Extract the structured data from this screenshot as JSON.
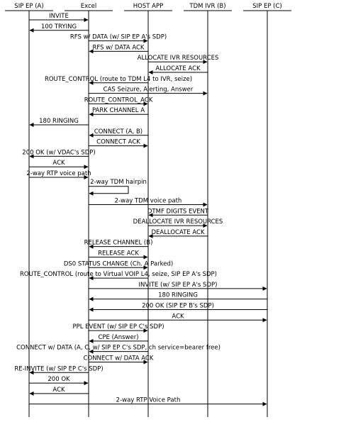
{
  "participants": [
    {
      "id": "a",
      "label": "SIP EP (A)"
    },
    {
      "id": "x",
      "label": "Excel"
    },
    {
      "id": "h",
      "label": "HOST APP"
    },
    {
      "id": "t",
      "label": "TDM IVR (B)"
    },
    {
      "id": "c",
      "label": "SIP EP (C)"
    }
  ],
  "messages": [
    {
      "from": "a",
      "to": "x",
      "label": "INVITE"
    },
    {
      "from": "x",
      "to": "a",
      "label": "100 TRYING"
    },
    {
      "from": "x",
      "to": "h",
      "label": "RFS w/ DATA (w/ SIP EP A's SDP)"
    },
    {
      "from": "h",
      "to": "x",
      "label": "RFS w/ DATA ACK"
    },
    {
      "from": "h",
      "to": "t",
      "label": "ALLOCATE IVR RESOURCES"
    },
    {
      "from": "t",
      "to": "h",
      "label": "ALLOCATE ACK"
    },
    {
      "from": "h",
      "to": "x",
      "label": "ROUTE_CONTROL (route to TDM L4 to IVR, seize)"
    },
    {
      "from": "x",
      "to": "t",
      "label": "CAS Seizure, Alerting, Answer"
    },
    {
      "from": "x",
      "to": "h",
      "label": "ROUTE_CONTROL_ACK"
    },
    {
      "from": "h",
      "to": "x",
      "label": "PARK CHANNEL A"
    },
    {
      "from": "x",
      "to": "a",
      "label": "180 RINGING"
    },
    {
      "from": "h",
      "to": "x",
      "label": "CONNECT (A, B)"
    },
    {
      "from": "x",
      "to": "h",
      "label": "CONNECT ACK"
    },
    {
      "from": "x",
      "to": "a",
      "label": "200 OK (w/ VDAC's SDP)"
    },
    {
      "from": "a",
      "to": "x",
      "label": "ACK"
    },
    {
      "from": "a",
      "to": "x",
      "label": "2-way RTP voice path"
    },
    {
      "from": "x",
      "to": "x",
      "label": "2-way TDM hairpin",
      "self": true
    },
    {
      "from": "x",
      "to": "t",
      "label": "2-way TDM voice path"
    },
    {
      "from": "t",
      "to": "h",
      "label": "DTMF DIGITS EVENT"
    },
    {
      "from": "h",
      "to": "t",
      "label": "DEALLOCATE IVR RESOURCES"
    },
    {
      "from": "t",
      "to": "h",
      "label": "DEALLOCATE ACK"
    },
    {
      "from": "h",
      "to": "x",
      "label": "RELEASE CHANNEL (B)"
    },
    {
      "from": "x",
      "to": "h",
      "label": "RELEASE ACK"
    },
    {
      "from": "x",
      "to": "h",
      "label": "DS0 STATUS CHANGE (Ch. A Parked)"
    },
    {
      "from": "h",
      "to": "x",
      "label": "ROUTE_CONTROL (route to Virtual VOIP L4, seize, SIP EP A's SDP)"
    },
    {
      "from": "x",
      "to": "c",
      "label": "INVITE (w/ SIP EP A's SDP)"
    },
    {
      "from": "c",
      "to": "x",
      "label": "180 RINGING"
    },
    {
      "from": "c",
      "to": "x",
      "label": "200 OK (SIP EP B's SDP)"
    },
    {
      "from": "x",
      "to": "c",
      "label": "ACK"
    },
    {
      "from": "x",
      "to": "h",
      "label": "PPL EVENT (w/ SIP EP C's SDP)"
    },
    {
      "from": "h",
      "to": "x",
      "label": "CPE (Answer)"
    },
    {
      "from": "h",
      "to": "x",
      "label": "CONNECT w/ DATA (A, C, w/ SIP EP C's SDP, ch service=bearer free)"
    },
    {
      "from": "x",
      "to": "h",
      "label": "CONNECT w/ DATA ACK"
    },
    {
      "from": "x",
      "to": "a",
      "label": "RE-INVITE (w/ SIP EP C's SDP)"
    },
    {
      "from": "a",
      "to": "x",
      "label": "200 OK"
    },
    {
      "from": "x",
      "to": "a",
      "label": "ACK"
    },
    {
      "from": "a",
      "to": "c",
      "label": "2-way RTP Voice Path"
    }
  ]
}
